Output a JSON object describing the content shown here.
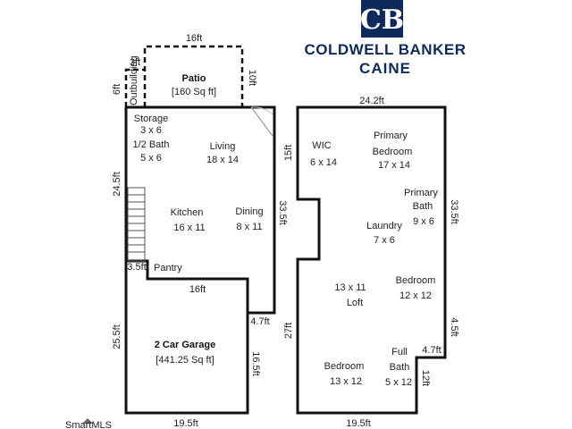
{
  "brand": {
    "name_line1": "COLDWELL BANKER",
    "name_line2": "CAINE",
    "color": "#0e2a5c"
  },
  "outbuilding": "Outbuilding",
  "first_floor": {
    "patio": {
      "name": "Patio",
      "area": "[160 Sq ft]"
    },
    "garage": {
      "name": "2 Car Garage",
      "area": "[441.25 Sq ft]"
    },
    "rooms": {
      "storage": {
        "name": "Storage",
        "size": "3 x 6"
      },
      "half_bath": {
        "name": "1/2 Bath",
        "size": "5 x 6"
      },
      "living": {
        "name": "Living",
        "size": "18 x 14"
      },
      "kitchen": {
        "name": "Kitchen",
        "size": "16 x 11"
      },
      "dining": {
        "name": "Dining",
        "size": "8 x 11"
      },
      "pantry": {
        "name": "Pantry"
      }
    },
    "dims": {
      "patio_w": "16ft",
      "patio_d": "10ft",
      "out_w": "3ft",
      "out_d": "6ft",
      "left_upper": "24.5ft",
      "right_main": "33.5ft",
      "notch": "3.5ft",
      "mid_w": "16ft",
      "step": "4.7ft",
      "left_lower": "25.5ft",
      "garage_d": "16.5ft",
      "bottom": "19.5ft"
    }
  },
  "second_floor": {
    "rooms": {
      "wic": {
        "name": "WIC",
        "size": "6 x 14"
      },
      "primary_bedroom": {
        "name": "Primary",
        "name2": "Bedroom",
        "size": "17 x 14"
      },
      "primary_bath": {
        "name": "Primary",
        "name2": "Bath",
        "size": "9 x 6"
      },
      "laundry": {
        "name": "Laundry",
        "size": "7 x 6"
      },
      "loft": {
        "size": "13 x 11",
        "name": "Loft"
      },
      "bedroom_2": {
        "name": "Bedroom",
        "size": "12 x 12"
      },
      "bedroom_3": {
        "name": "Bedroom",
        "size": "13 x 12"
      },
      "full_bath": {
        "name": "Full",
        "name2": "Bath",
        "size": "5 x 12"
      }
    },
    "dims": {
      "top": "24.2ft",
      "left_top": "15ft",
      "right": "33.5ft",
      "left_bottom": "27ft",
      "right_step": "4.5ft",
      "step_w": "4.7ft",
      "bath_d": "12ft",
      "bottom": "19.5ft"
    }
  },
  "watermark": "SmartMLS"
}
